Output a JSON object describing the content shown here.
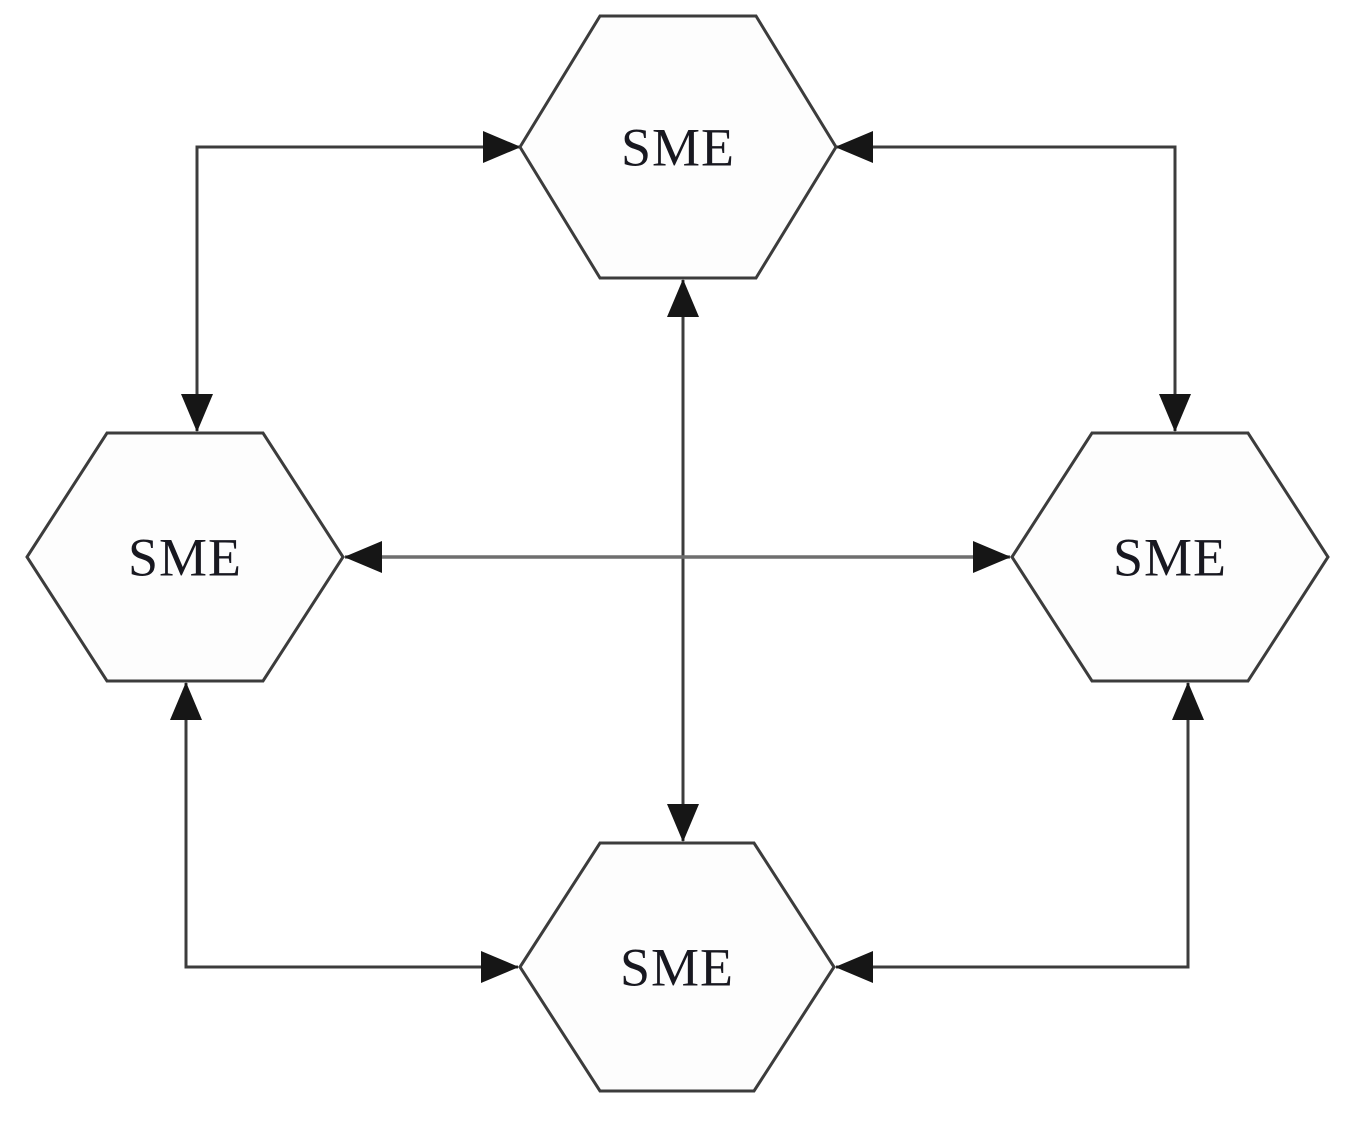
{
  "diagram": {
    "background_color": "#ffffff",
    "line_color": "#3c3c3c",
    "center_line_color": "#6f6f6f",
    "arrowhead_color": "#161616",
    "node_fill_color": "#fdfdfd",
    "label_color": "#181820",
    "nodes": [
      {
        "id": "top",
        "label": "SME",
        "shape": "hexagon",
        "position": "top-center"
      },
      {
        "id": "left",
        "label": "SME",
        "shape": "hexagon",
        "position": "middle-left"
      },
      {
        "id": "right",
        "label": "SME",
        "shape": "hexagon",
        "position": "middle-right"
      },
      {
        "id": "bottom",
        "label": "SME",
        "shape": "hexagon",
        "position": "bottom-center"
      }
    ],
    "edges": [
      {
        "from": "left",
        "to": "top",
        "route": "elbow",
        "arrows": "both"
      },
      {
        "from": "right",
        "to": "top",
        "route": "elbow",
        "arrows": "both"
      },
      {
        "from": "left",
        "to": "bottom",
        "route": "elbow",
        "arrows": "both"
      },
      {
        "from": "right",
        "to": "bottom",
        "route": "elbow",
        "arrows": "both"
      },
      {
        "from": "top",
        "to": "bottom",
        "route": "straight",
        "arrows": "both"
      },
      {
        "from": "left",
        "to": "right",
        "route": "straight",
        "arrows": "both"
      }
    ]
  }
}
